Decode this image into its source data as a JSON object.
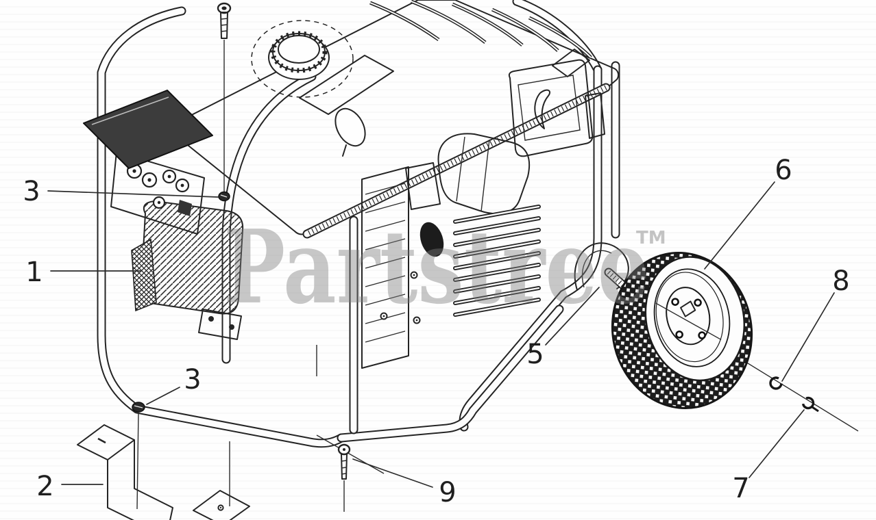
{
  "watermark": {
    "brand": "Partstree",
    "trademark_symbol": "TM"
  },
  "callouts": [
    {
      "number": "1"
    },
    {
      "number": "2"
    },
    {
      "number": "3"
    },
    {
      "number": "3"
    },
    {
      "number": "5"
    },
    {
      "number": "6"
    },
    {
      "number": "7"
    },
    {
      "number": "8"
    },
    {
      "number": "9"
    }
  ]
}
